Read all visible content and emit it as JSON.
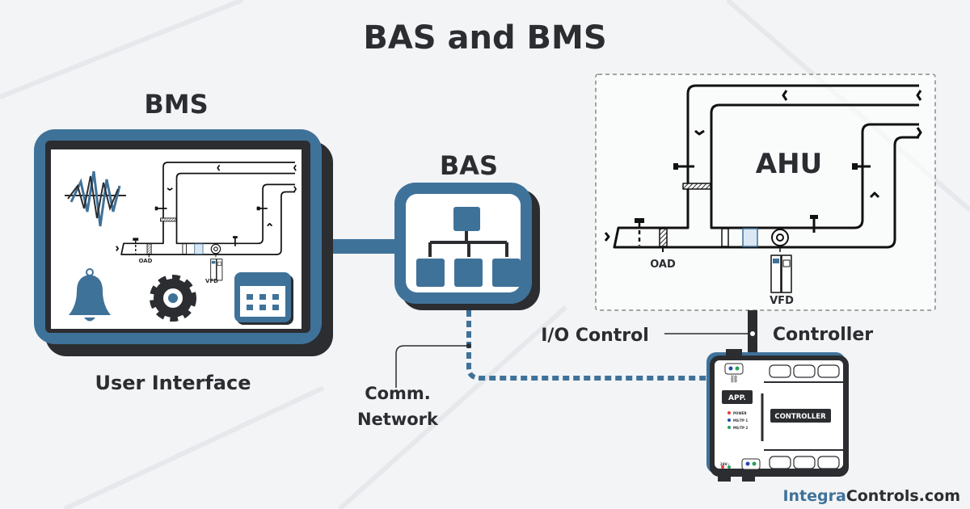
{
  "title": "BAS and BMS",
  "bms": {
    "label": "BMS",
    "caption": "User Interface"
  },
  "bas": {
    "label": "BAS"
  },
  "ahu": {
    "label": "AHU",
    "oad": "OAD",
    "vfd": "VFD"
  },
  "labels": {
    "io_control": "I/O Control",
    "controller": "Controller",
    "comm_line1": "Comm.",
    "comm_line2": "Network"
  },
  "controller": {
    "app": "APP.",
    "name": "CONTROLLER",
    "power": "POWER",
    "mstp1": "MS/TP 1",
    "mstp2": "MS/TP 2",
    "voltage": "24V~"
  },
  "brand": {
    "part1": "Integra",
    "part2": "Controls.com"
  },
  "colors": {
    "accent": "#3f7299",
    "dark": "#2b2d30",
    "led_red": "#e23b3b",
    "led_blue": "#1f4fa8",
    "led_green": "#2e9e5b"
  }
}
